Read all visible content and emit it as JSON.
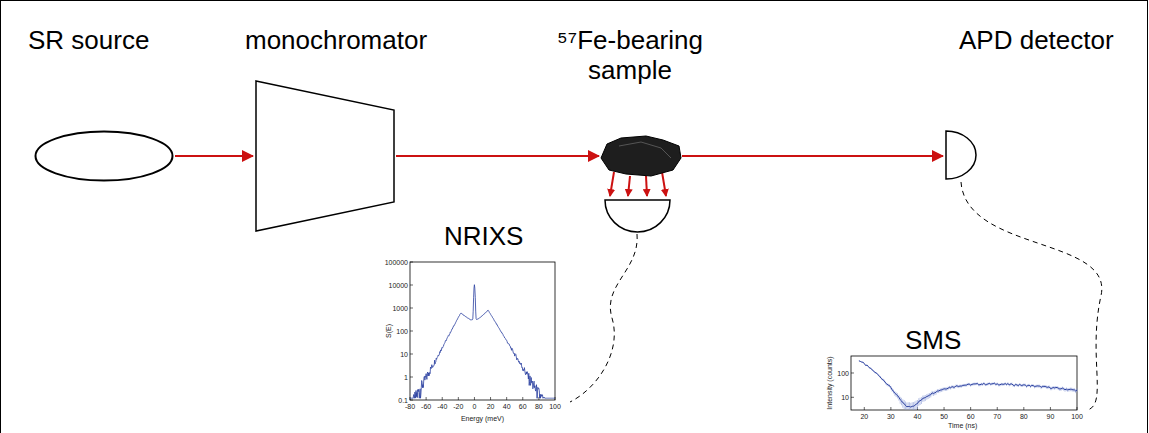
{
  "diagram": {
    "nodes": [
      {
        "text": [
          "SR source"
        ]
      },
      {
        "text": [
          "monochromator"
        ]
      },
      {
        "text": [
          "⁵⁷Fe-bearing sample"
        ]
      },
      {
        "text": [
          "APD detector"
        ]
      },
      {
        "text": [
          "NRIXS"
        ]
      },
      {
        "text": [
          "SMS"
        ]
      }
    ],
    "edges": [
      {
        "from": 0,
        "to": 1,
        "arrow": "to"
      },
      {
        "from": 1,
        "to": 2,
        "arrow": "to"
      },
      {
        "from": 2,
        "to": 3,
        "arrow": "to"
      },
      {
        "from": 3,
        "to": 5,
        "arrow": "none"
      }
    ],
    "labels": [
      "100000",
      "10000",
      "1000",
      "100",
      "10",
      "1",
      "0.1",
      "-80",
      "-60",
      "-40",
      "-20",
      "0",
      "20",
      "40",
      "60",
      "80",
      "100",
      "S(E)",
      "Energy (meV)",
      "100",
      "10",
      "20",
      "30",
      "40",
      "50",
      "60",
      "70",
      "80",
      "90",
      "100",
      "Intensity (counts)",
      "Time (ns)"
    ]
  }
}
